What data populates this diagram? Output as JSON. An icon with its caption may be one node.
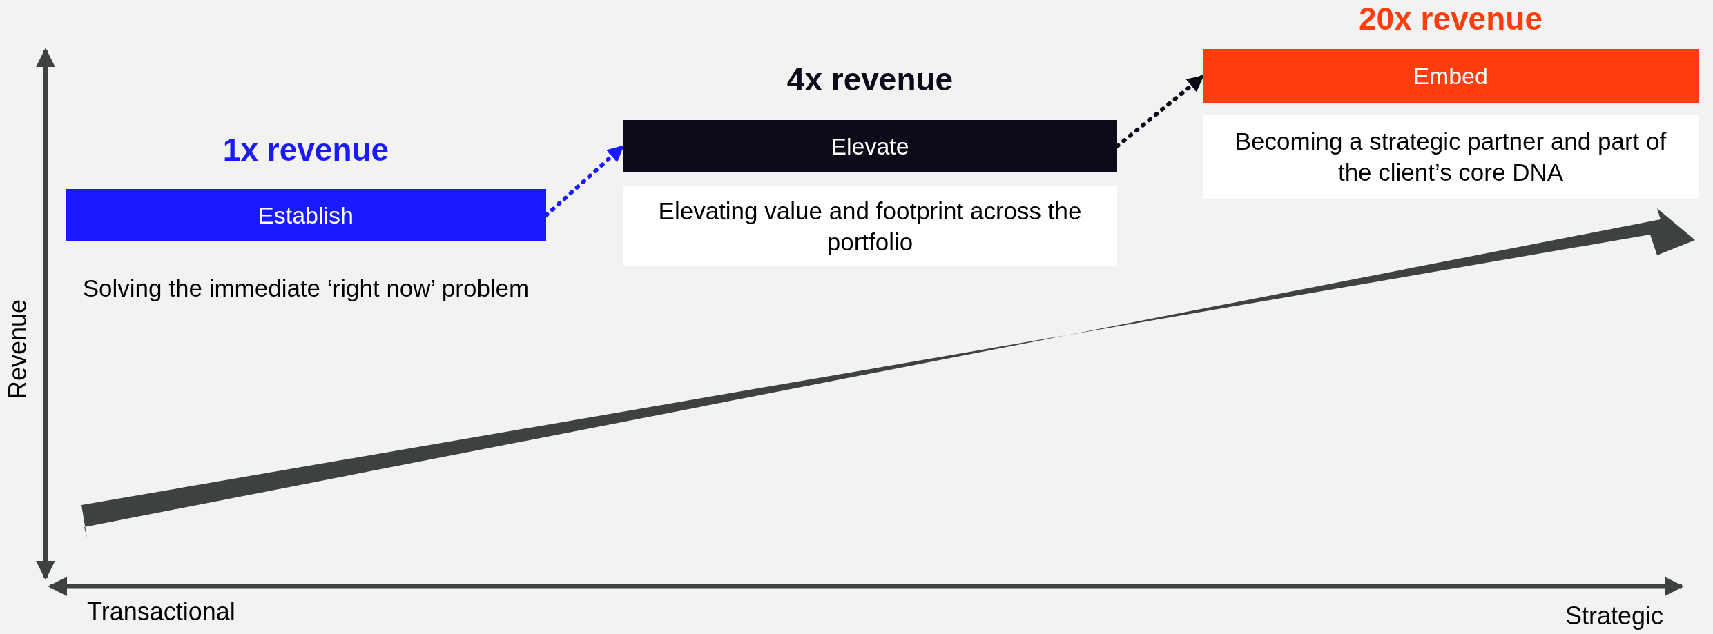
{
  "diagram": {
    "nodes": [
      {
        "text": [
          "1x revenue",
          "Establish",
          "Solving the immediate ‘right now’ problem"
        ]
      },
      {
        "text": [
          "4x revenue",
          "Elevate",
          "Elevating value and footprint across the portfolio"
        ]
      },
      {
        "text": [
          "20x revenue",
          "Embed",
          "Becoming a strategic partner and part of the client’s core DNA"
        ]
      }
    ],
    "edges": [
      {
        "from": 0,
        "to": 1,
        "arrow": "to",
        "style": "dashed",
        "color": "#1a1aff"
      },
      {
        "from": 1,
        "to": 2,
        "arrow": "to",
        "style": "dashed",
        "color": "#0d0a1a"
      }
    ],
    "labels": [
      "Revenue",
      "Transactional",
      "Strategic"
    ]
  }
}
